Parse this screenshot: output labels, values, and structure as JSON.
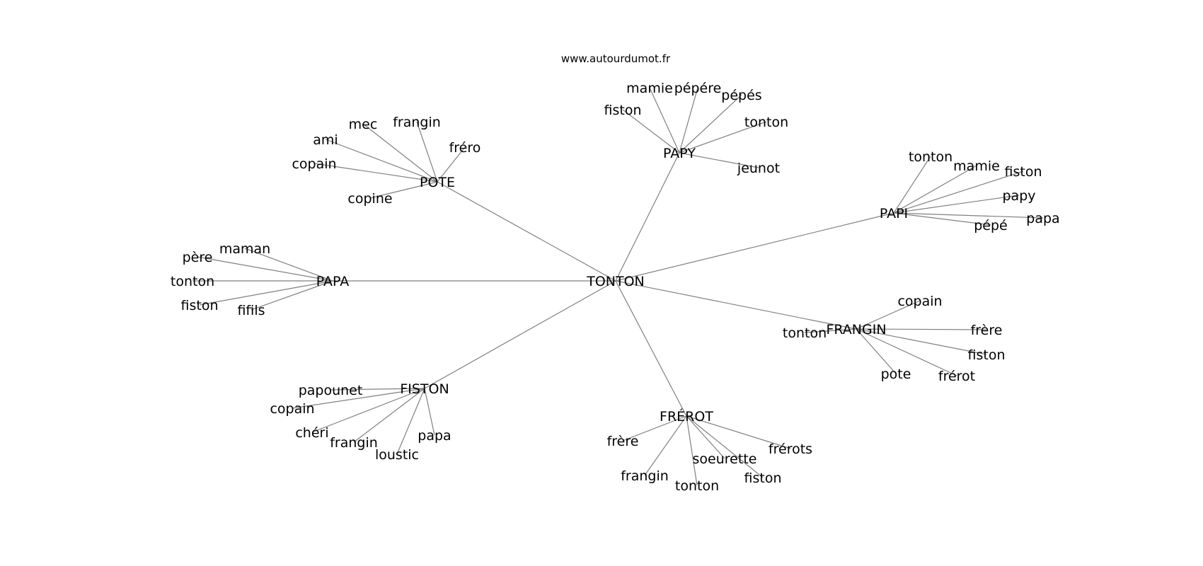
{
  "website": "www.autourdumot.fr",
  "root": "TONTON",
  "hubs": [
    {
      "id": "papy",
      "label": "PAPY",
      "leaves": [
        "mamie",
        "pépére",
        "pépés",
        "fiston",
        "tonton",
        "jeunot"
      ]
    },
    {
      "id": "pote",
      "label": "POTE",
      "leaves": [
        "mec",
        "frangin",
        "fréro",
        "ami",
        "copain",
        "copine"
      ]
    },
    {
      "id": "papi",
      "label": "PAPI",
      "leaves": [
        "tonton",
        "mamie",
        "fiston",
        "papy",
        "papa",
        "pépé"
      ]
    },
    {
      "id": "papa",
      "label": "PAPA",
      "leaves": [
        "maman",
        "père",
        "tonton",
        "fiston",
        "fifils"
      ]
    },
    {
      "id": "frangin",
      "label": "FRANGIN",
      "leaves": [
        "copain",
        "frère",
        "fiston",
        "frérot",
        "pote",
        "tonton"
      ]
    },
    {
      "id": "fiston",
      "label": "FISTON",
      "leaves": [
        "papounet",
        "copain",
        "chéri",
        "frangin",
        "loustic",
        "papa"
      ]
    },
    {
      "id": "frerot",
      "label": "FRÉROT",
      "leaves": [
        "frère",
        "frérots",
        "soeurette",
        "fiston",
        "frangin",
        "tonton"
      ]
    }
  ]
}
